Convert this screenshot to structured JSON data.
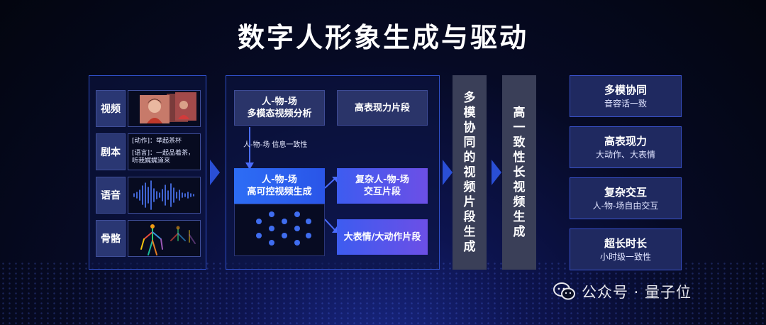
{
  "title": "数字人形象生成与驱动",
  "left_panel": {
    "rows": [
      {
        "label": "视频"
      },
      {
        "label": "剧本",
        "lines": [
          "[动作]：举起茶杯",
          "[语言]：一起品着茶，",
          "听我娓娓道来"
        ]
      },
      {
        "label": "语音"
      },
      {
        "label": "骨骼"
      }
    ]
  },
  "middle_panel": {
    "analysis_box": [
      "人-物-场",
      "多模态视频分析"
    ],
    "consistency_label": "人-物-场  信息一致性",
    "gen_box": [
      "人-物-场",
      "高可控视频生成"
    ],
    "seg_expressive": "高表现力片段",
    "seg_interaction": [
      "复杂人-物-场",
      "交互片段"
    ],
    "seg_large": "大表情/大动作片段"
  },
  "column1": "多模协同的视频片段生成",
  "column2": "高一致性长视频生成",
  "right_boxes": [
    {
      "heading": "多模协同",
      "sub": "音容话一致"
    },
    {
      "heading": "高表现力",
      "sub": "大动作、大表情"
    },
    {
      "heading": "复杂交互",
      "sub": "人-物-场自由交互"
    },
    {
      "heading": "超长时长",
      "sub": "小时级一致性"
    }
  ],
  "watermark": "公众号 · 量子位",
  "colors": {
    "accent_blue": "#2d6df5",
    "accent_purple": "#6c4fe6",
    "border": "#2f4fc8"
  }
}
